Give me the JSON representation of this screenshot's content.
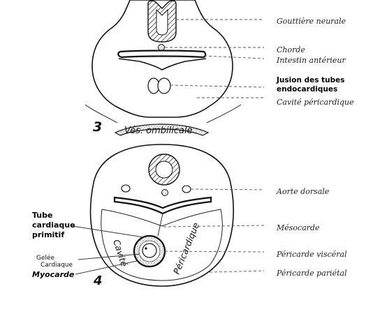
{
  "figure_3": {
    "number": "3",
    "labels": {
      "gouttiere_neurale": "Gouttière neurale",
      "chorde": "Chorde",
      "intestin_anterieur": "Intestin antérieur",
      "fusion_line1": "Jusion des tubes",
      "fusion_line2": "endocardiques",
      "cavite_pericardique": "Cavité péricardique",
      "ves_ombilicale": "Vés. ombilicale"
    }
  },
  "figure_4": {
    "number": "4",
    "labels": {
      "aorte_dorsale": "Aorte dorsale",
      "mesocarde": "Mésocarde",
      "pericarde_visceral": "Péricarde viscéral",
      "pericarde_parietal": "Péricarde pariétal",
      "tube_line1": "Tube",
      "tube_line2": "cardiaque",
      "tube_line3": "primitif",
      "gelee_line1": "Gelée",
      "gelee_line2": "Cardiaque",
      "myocarde": "Myocarde",
      "cavite": "Cavité",
      "pericardique": "Péricardique"
    }
  }
}
